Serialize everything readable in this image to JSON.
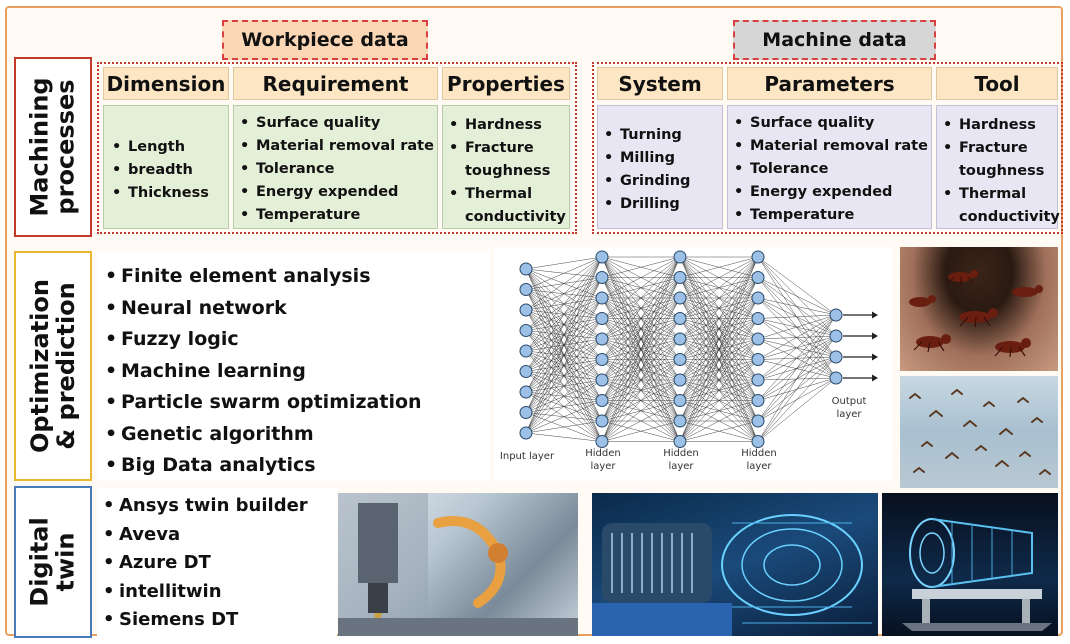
{
  "workpiece_tag": "Workpiece data",
  "machine_tag": "Machine data",
  "rows": {
    "machining": "Machining processes",
    "optimization": "Optimization & prediction",
    "digital_twin": "Digital twin"
  },
  "workpiece": {
    "dimension": {
      "title": "Dimension",
      "items": [
        "Length",
        "breadth",
        "Thickness"
      ]
    },
    "requirement": {
      "title": "Requirement",
      "items": [
        "Surface quality",
        "Material removal rate",
        "Tolerance",
        "Energy expended",
        "Temperature"
      ]
    },
    "properties": {
      "title": "Properties",
      "items": [
        "Hardness",
        "Fracture toughness",
        "Thermal conductivity"
      ]
    }
  },
  "machine": {
    "system": {
      "title": "System",
      "items": [
        "Turning",
        "Milling",
        "Grinding",
        "Drilling"
      ]
    },
    "parameters": {
      "title": "Parameters",
      "items": [
        "Surface quality",
        "Material removal rate",
        "Tolerance",
        "Energy expended",
        "Temperature"
      ]
    },
    "tool": {
      "title": "Tool",
      "items": [
        "Hardness",
        "Fracture toughness",
        "Thermal conductivity"
      ]
    }
  },
  "optimization_items": [
    "Finite element analysis",
    "Neural network",
    "Fuzzy logic",
    "Machine learning",
    "Particle swarm optimization",
    "Genetic algorithm",
    "Big Data analytics"
  ],
  "digital_twin_items": [
    "Ansys twin builder",
    "Aveva",
    "Azure DT",
    "intellitwin",
    "Siemens DT"
  ],
  "nn_labels": {
    "input": "Input layer",
    "hidden1": "Hidden layer",
    "hidden2": "Hidden layer",
    "hidden3": "Hidden layer",
    "output": "Output layer"
  },
  "colors": {
    "frame": "#e8a060",
    "machining_border": "#c0392b",
    "optimization_border": "#e8b830",
    "digital_border": "#4a7ab8",
    "workpiece_tag_bg": "#fbd7b5",
    "machine_tag_bg": "#d6d6d6",
    "header_bg": "#fde6c4",
    "workpiece_body": "#e4efd8",
    "machine_body": "#e8e6f2",
    "node": "#9cc0e6"
  }
}
